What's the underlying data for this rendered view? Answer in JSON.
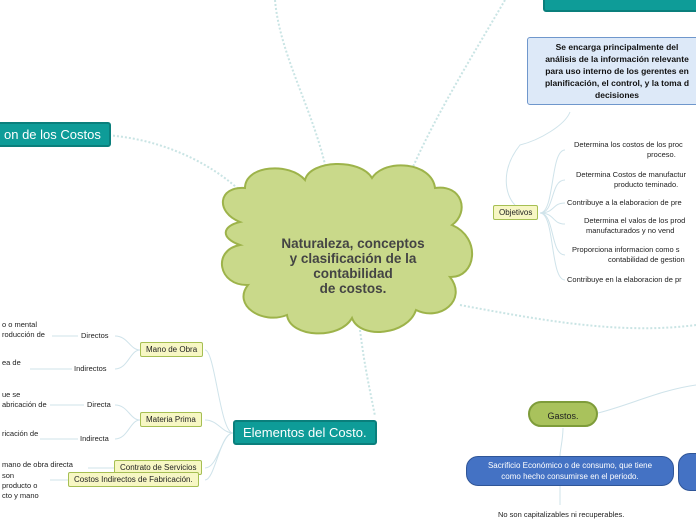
{
  "central": [
    "Naturaleza, conceptos",
    "y clasificación de la",
    "contabilidad",
    "de costos."
  ],
  "topics": {
    "clasificacion": "on de los Costos",
    "elementos": "Elementos del Costo."
  },
  "contabilidad_gestion": {
    "description": [
      "Se encarga principalmente del",
      "análisis de la información relevante",
      "para uso interno de los gerentes en",
      "planificación, el control, y la toma d",
      "decisiones"
    ],
    "objetivos_label": "Objetivos",
    "objetivos": [
      [
        "Determina los costos de los proc",
        "proceso."
      ],
      [
        "Determina Costos de manufactur",
        "producto teminado."
      ],
      [
        "Contribuye a la elaboracion de pre"
      ],
      [
        "Determina el valos de los prod",
        "manufacturados y no vend"
      ],
      [
        "Proporciona informacion como s",
        "contabilidad de gestion"
      ],
      [
        "Contribuye en la elaboracion de pr"
      ]
    ]
  },
  "elementos": {
    "mano_obra": {
      "label": "Mano de Obra",
      "directos": "Directos",
      "indirectos": "Indirectos",
      "directos_desc": [
        "o o mental",
        "roducción de"
      ],
      "indirectos_desc": [
        "ea de"
      ]
    },
    "materia_prima": {
      "label": "Materia Prima",
      "directa": "Directa",
      "indirecta": "Indirecta",
      "directa_desc": [
        "ue se",
        "abricación de"
      ],
      "indirecta_desc": [
        "ricación de"
      ]
    },
    "contrato": {
      "label": "Contrato de Servicios",
      "desc": "mano de obra directa"
    },
    "cif": {
      "label": "Costos Indirectos de Fabricación.",
      "desc": [
        "son",
        "producto o",
        "cto y mano"
      ]
    }
  },
  "gastos": {
    "label": "Gastos.",
    "definition": [
      "Sacrificio Económico o de consumo, que tiene",
      "como hecho consumirse en el periodo."
    ],
    "note": "No son capitalizables ni recuperables."
  },
  "colors": {
    "teal": "#0e9c98",
    "cloud": "#c9d98a",
    "yellow_node": "#f7f7c4",
    "blue_node": "#dde9f8",
    "gastos": "#a9c25c"
  }
}
